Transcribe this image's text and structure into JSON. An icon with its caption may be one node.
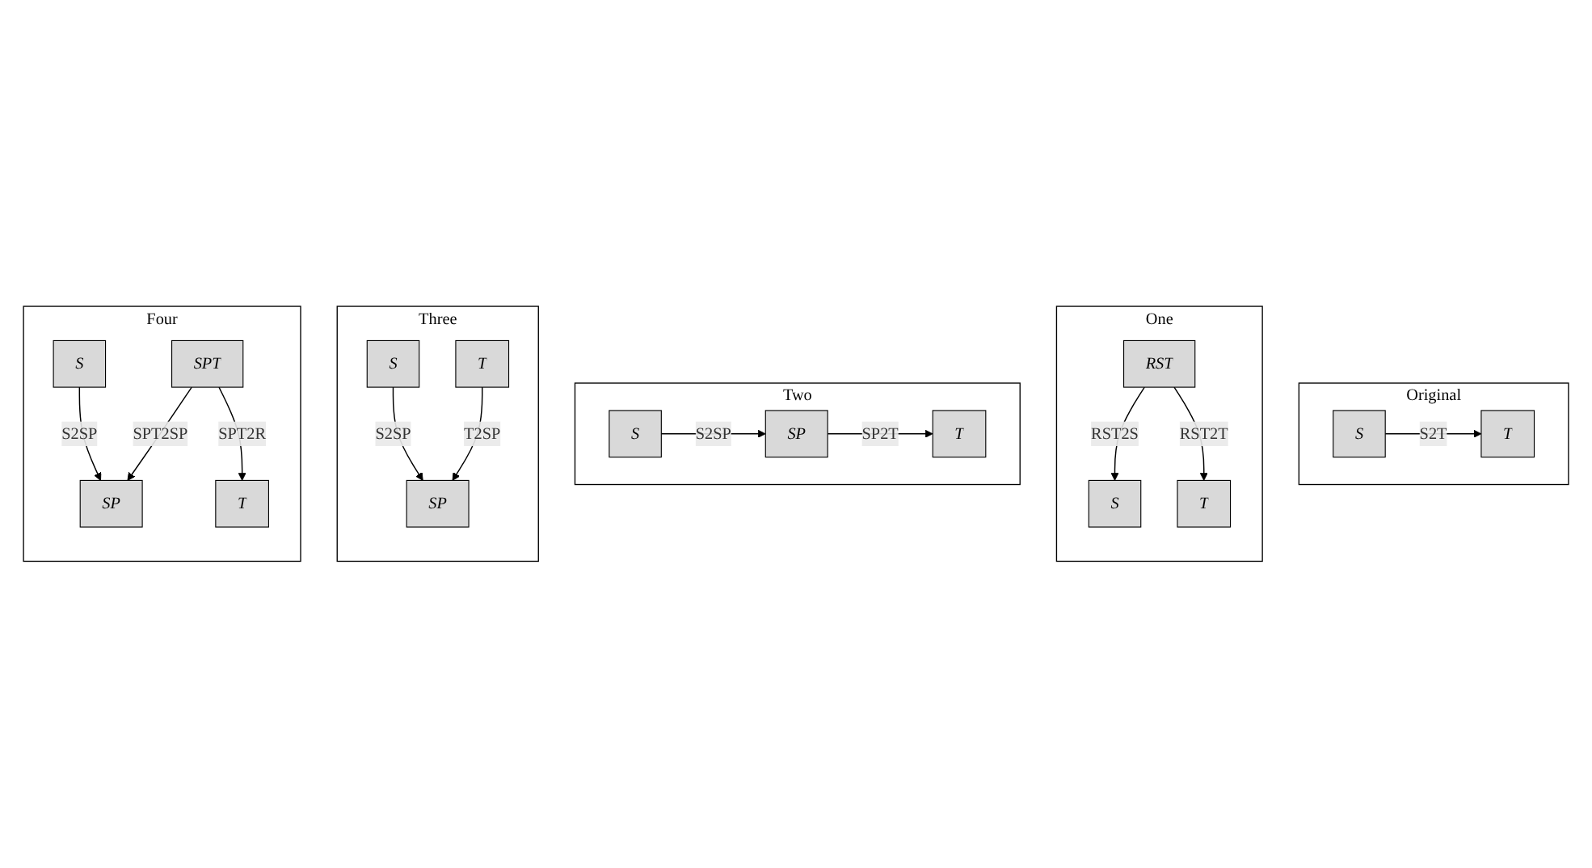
{
  "diagram": {
    "nodes": [
      {
        "text": [
          "Original"
        ]
      },
      {
        "text": [
          "S"
        ],
        "in": 0
      },
      {
        "text": [
          "T"
        ],
        "in": 0
      },
      {
        "text": [
          "One"
        ]
      },
      {
        "text": [
          "RST"
        ],
        "in": 3
      },
      {
        "text": [
          "S"
        ],
        "in": 3
      },
      {
        "text": [
          "T"
        ],
        "in": 3
      },
      {
        "text": [
          "Two"
        ]
      },
      {
        "text": [
          "S"
        ],
        "in": 7
      },
      {
        "text": [
          "SP"
        ],
        "in": 7
      },
      {
        "text": [
          "T"
        ],
        "in": 7
      },
      {
        "text": [
          "Three"
        ]
      },
      {
        "text": [
          "S"
        ],
        "in": 11
      },
      {
        "text": [
          "T"
        ],
        "in": 11
      },
      {
        "text": [
          "SP"
        ],
        "in": 11
      },
      {
        "text": [
          "Four"
        ]
      },
      {
        "text": [
          "SPT"
        ],
        "in": 15
      },
      {
        "text": [
          "S"
        ],
        "in": 15
      },
      {
        "text": [
          "SP"
        ],
        "in": 15
      },
      {
        "text": [
          "T"
        ],
        "in": 15
      }
    ],
    "edges": [
      {
        "from": 1,
        "to": 2,
        "arrow": "to",
        "label": "S2T"
      },
      {
        "from": 4,
        "to": 5,
        "arrow": "to",
        "label": "RST2S"
      },
      {
        "from": 4,
        "to": 6,
        "arrow": "to",
        "label": "RST2T"
      },
      {
        "from": 8,
        "to": 9,
        "arrow": "to",
        "label": "S2SP"
      },
      {
        "from": 9,
        "to": 10,
        "arrow": "to",
        "label": "SP2T"
      },
      {
        "from": 12,
        "to": 14,
        "arrow": "to",
        "label": "S2SP"
      },
      {
        "from": 13,
        "to": 14,
        "arrow": "to",
        "label": "T2SP"
      },
      {
        "from": 16,
        "to": 18,
        "arrow": "to",
        "label": "SPT2SP"
      },
      {
        "from": 16,
        "to": 19,
        "arrow": "to",
        "label": "SPT2R"
      },
      {
        "from": 17,
        "to": 18,
        "arrow": "to",
        "label": "S2SP"
      }
    ]
  }
}
